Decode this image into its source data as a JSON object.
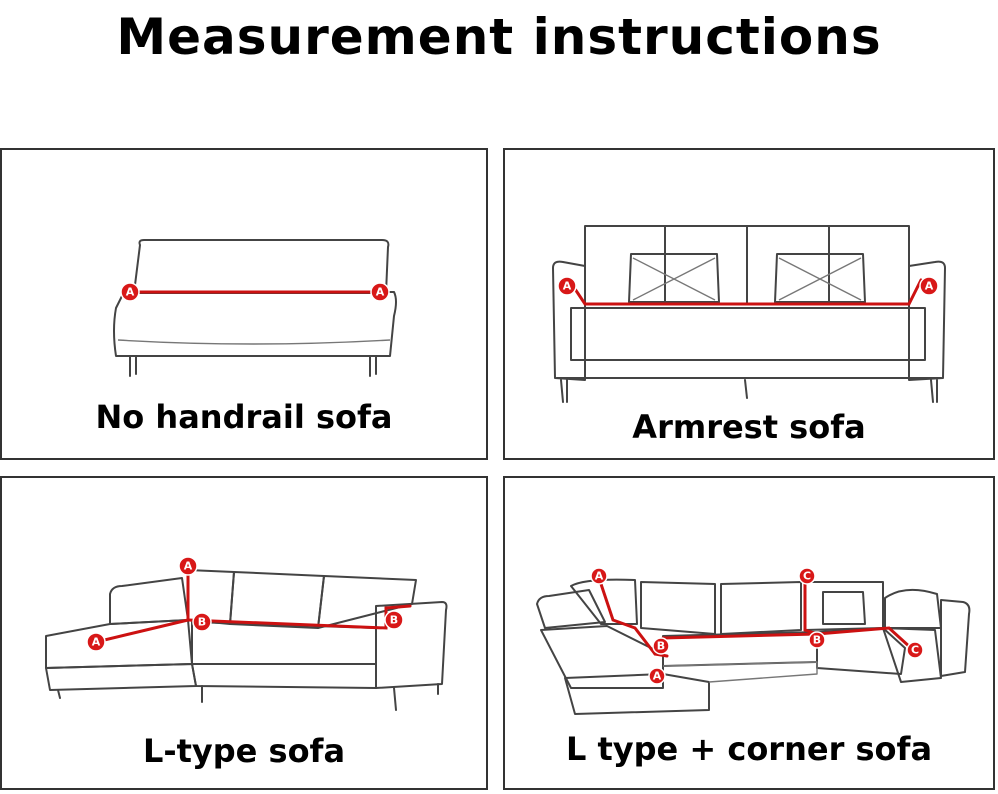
{
  "title": "Measurement instructions",
  "colors": {
    "measure_line": "#cc1111",
    "marker": "#d81818",
    "border": "#333333"
  },
  "panels": [
    {
      "caption": "No handrail sofa",
      "markers": [
        "A",
        "A"
      ]
    },
    {
      "caption": "Armrest sofa",
      "markers": [
        "A",
        "A"
      ]
    },
    {
      "caption": "L-type sofa",
      "markers": [
        "A",
        "A",
        "B",
        "B"
      ]
    },
    {
      "caption": "L type + corner sofa",
      "markers": [
        "A",
        "A",
        "B",
        "B",
        "C",
        "C"
      ]
    }
  ]
}
